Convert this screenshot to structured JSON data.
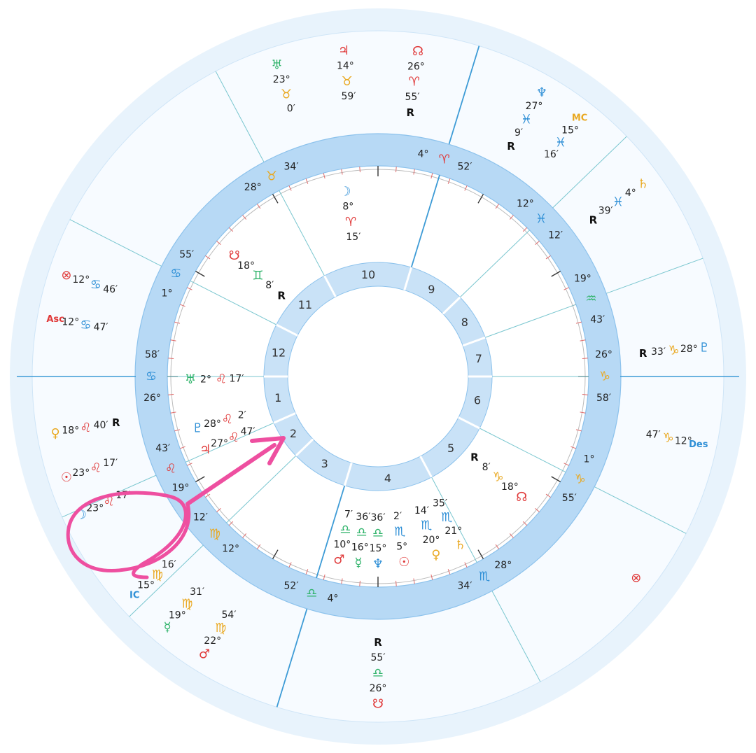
{
  "colors": {
    "fire": "#e03a3a",
    "earth": "#e9a820",
    "air": "#2fb36a",
    "water": "#2e8fd6",
    "ring": "#b7d9f5",
    "ring_edge": "#8cc2ec",
    "line": "#79c6cf",
    "annotation": "#ee4fa0",
    "ink": "#111111"
  },
  "house_numbers": [
    "1",
    "2",
    "3",
    "4",
    "5",
    "6",
    "7",
    "8",
    "9",
    "10",
    "11",
    "12"
  ],
  "cusps": [
    {
      "id": "asc-left",
      "a": 180,
      "deg": "26°",
      "sign": "♋",
      "min": "58′"
    },
    {
      "id": "desc-right",
      "a": 0,
      "deg": "26°",
      "sign": "♑",
      "min": "58′"
    },
    {
      "id": "mc-top",
      "a": 73,
      "deg": "4°",
      "sign": "♈",
      "min": "52′"
    },
    {
      "id": "ic-bottom",
      "a": 253,
      "deg": "4°",
      "sign": "♎",
      "min": "52′"
    },
    {
      "id": "c-28-tau",
      "a": 118,
      "deg": "28°",
      "sign": "♉",
      "min": "34′"
    },
    {
      "id": "c-12-pis",
      "a": 44,
      "deg": "12°",
      "sign": "♓",
      "min": "12′"
    },
    {
      "id": "c-19-aqu",
      "a": 20,
      "deg": "19°",
      "sign": "♒",
      "min": "43′"
    },
    {
      "id": "c-1-can",
      "a": 153,
      "deg": "1°",
      "sign": "♋",
      "min": "55′"
    },
    {
      "id": "c-19-leo",
      "a": 204,
      "deg": "19°",
      "sign": "♌",
      "min": "43′"
    },
    {
      "id": "c-12-vir",
      "a": 224,
      "deg": "12°",
      "sign": "♍",
      "min": "12′"
    },
    {
      "id": "c-28-sco",
      "a": 298,
      "deg": "28°",
      "sign": "♏",
      "min": "34′"
    },
    {
      "id": "c-1-cap",
      "a": 333,
      "deg": "1°",
      "sign": "♑",
      "min": "55′"
    }
  ],
  "inner_planets": [
    {
      "name": "moon-inner",
      "a": 100,
      "glyph": "☽",
      "sign": "♈",
      "deg": "8°",
      "min": "15′",
      "element": "water",
      "signel": "fire",
      "retro": ""
    },
    {
      "name": "south-node-inner",
      "a": 140,
      "glyph": "☋",
      "sign": "♊",
      "deg": "18°",
      "min": "8′",
      "element": "fire",
      "signel": "air",
      "retro": "R"
    },
    {
      "name": "uranus-inner",
      "a": 181,
      "glyph": "♅",
      "sign": "♌",
      "deg": "2°",
      "min": "17′",
      "element": "air",
      "signel": "fire",
      "retro": ""
    },
    {
      "name": "pluto-inner",
      "a": 196,
      "glyph": "♇",
      "sign": "♌",
      "deg": "28°",
      "min": "2′",
      "element": "water",
      "signel": "fire",
      "retro": ""
    },
    {
      "name": "jupiter-inner",
      "a": 203,
      "glyph": "♃",
      "sign": "♌",
      "deg": "27°",
      "min": "47′",
      "element": "fire",
      "signel": "fire",
      "retro": ""
    },
    {
      "name": "neptune-inner",
      "a": 270,
      "glyph": "♆",
      "sign": "♎",
      "deg": "15°",
      "min": "36′",
      "element": "water",
      "signel": "air",
      "retro": ""
    },
    {
      "name": "sun-inner",
      "a": 278,
      "glyph": "☉",
      "sign": "♏",
      "deg": "5°",
      "min": "2′",
      "element": "fire",
      "signel": "water",
      "retro": ""
    },
    {
      "name": "venus-inner",
      "a": 288,
      "glyph": "♀",
      "sign": "♏",
      "deg": "20°",
      "min": "14′",
      "element": "earth",
      "signel": "water",
      "retro": ""
    },
    {
      "name": "saturn-inner",
      "a": 296,
      "glyph": "♄",
      "sign": "♏",
      "deg": "21°",
      "min": "35′",
      "element": "earth",
      "signel": "water",
      "retro": ""
    },
    {
      "name": "mars-inner",
      "a": 258,
      "glyph": "♂",
      "sign": "♎",
      "deg": "10°",
      "min": "7′",
      "element": "fire",
      "signel": "air",
      "retro": ""
    },
    {
      "name": "mercury-inner",
      "a": 264,
      "glyph": "☿",
      "sign": "♎",
      "deg": "16°",
      "min": "36′",
      "element": "air",
      "signel": "air",
      "retro": ""
    },
    {
      "name": "north-node-inner",
      "a": 320,
      "glyph": "☊",
      "sign": "♑",
      "deg": "18°",
      "min": "8′",
      "element": "fire",
      "signel": "earth",
      "retro": "R"
    }
  ],
  "outer_planets": [
    {
      "name": "uranus-outer",
      "a": 108,
      "glyph": "♅",
      "sign": "♉",
      "deg": "23°",
      "min": "0′",
      "element": "air",
      "signel": "earth",
      "retro": ""
    },
    {
      "name": "jupiter-outer",
      "a": 96,
      "glyph": "♃",
      "sign": "♉",
      "deg": "14°",
      "min": "59′",
      "element": "fire",
      "signel": "earth",
      "retro": ""
    },
    {
      "name": "north-node-outer",
      "a": 83,
      "glyph": "☊",
      "sign": "♈",
      "deg": "26°",
      "min": "55′",
      "element": "fire",
      "signel": "fire",
      "retro": "R"
    },
    {
      "name": "neptune-outer",
      "a": 60,
      "glyph": "♆",
      "sign": "♓",
      "deg": "27°",
      "min": "9′",
      "element": "water",
      "signel": "water",
      "retro": "R"
    },
    {
      "name": "mc-outer",
      "a": 52,
      "glyph": "MC",
      "sign": "♓",
      "deg": "15°",
      "min": "16′",
      "element": "earth",
      "signel": "water",
      "retro": ""
    },
    {
      "name": "saturn-outer",
      "a": 36,
      "glyph": "♄",
      "sign": "♓",
      "deg": "4°",
      "min": "39′",
      "element": "earth",
      "signel": "water",
      "retro": "R"
    },
    {
      "name": "pluto-outer",
      "a": 5,
      "glyph": "♇",
      "sign": "♑",
      "deg": "28°",
      "min": "33′",
      "element": "water",
      "signel": "earth",
      "retro": "R"
    },
    {
      "name": "des-outer",
      "a": 348,
      "glyph": "Des",
      "sign": "♑",
      "deg": "12°",
      "min": "47′",
      "element": "water",
      "signel": "earth",
      "retro": ""
    },
    {
      "name": "south-node-outer",
      "a": 270,
      "glyph": "☋",
      "sign": "♎",
      "deg": "26°",
      "min": "55′",
      "element": "fire",
      "signel": "air",
      "retro": "R"
    },
    {
      "name": "mars-outer",
      "a": 238,
      "glyph": "♂",
      "sign": "♍",
      "deg": "22°",
      "min": "54′",
      "element": "fire",
      "signel": "earth",
      "retro": ""
    },
    {
      "name": "mercury-outer",
      "a": 230,
      "glyph": "☿",
      "sign": "♍",
      "deg": "19°",
      "min": "31′",
      "element": "air",
      "signel": "earth",
      "retro": ""
    },
    {
      "name": "ic-outer",
      "a": 222,
      "glyph": "IC",
      "sign": "♍",
      "deg": "15°",
      "min": "16′",
      "element": "water",
      "signel": "earth",
      "retro": ""
    },
    {
      "name": "moon-outer",
      "a": 205,
      "glyph": "☽",
      "sign": "♌",
      "deg": "23°",
      "min": "17′",
      "element": "water",
      "signel": "fire",
      "retro": ""
    },
    {
      "name": "sun-outer",
      "a": 198,
      "glyph": "☉",
      "sign": "♌",
      "deg": "23°",
      "min": "17′",
      "element": "fire",
      "signel": "fire",
      "retro": ""
    },
    {
      "name": "venus-outer",
      "a": 190,
      "glyph": "♀",
      "sign": "♌",
      "deg": "18°",
      "min": "40′",
      "element": "earth",
      "signel": "fire",
      "retro": "R"
    },
    {
      "name": "asc-outer",
      "a": 170,
      "glyph": "Asc",
      "sign": "♋",
      "deg": "12°",
      "min": "47′",
      "element": "fire",
      "signel": "water",
      "retro": ""
    },
    {
      "name": "fortune-outer",
      "a": 162,
      "glyph": "⊗",
      "sign": "♋",
      "deg": "12°",
      "min": "46′",
      "element": "fire",
      "signel": "water",
      "retro": ""
    },
    {
      "name": "fortune-inner",
      "a": 322,
      "glyph": "⊗",
      "sign": "",
      "deg": "",
      "min": "",
      "element": "fire",
      "signel": "fire",
      "retro": ""
    }
  ]
}
